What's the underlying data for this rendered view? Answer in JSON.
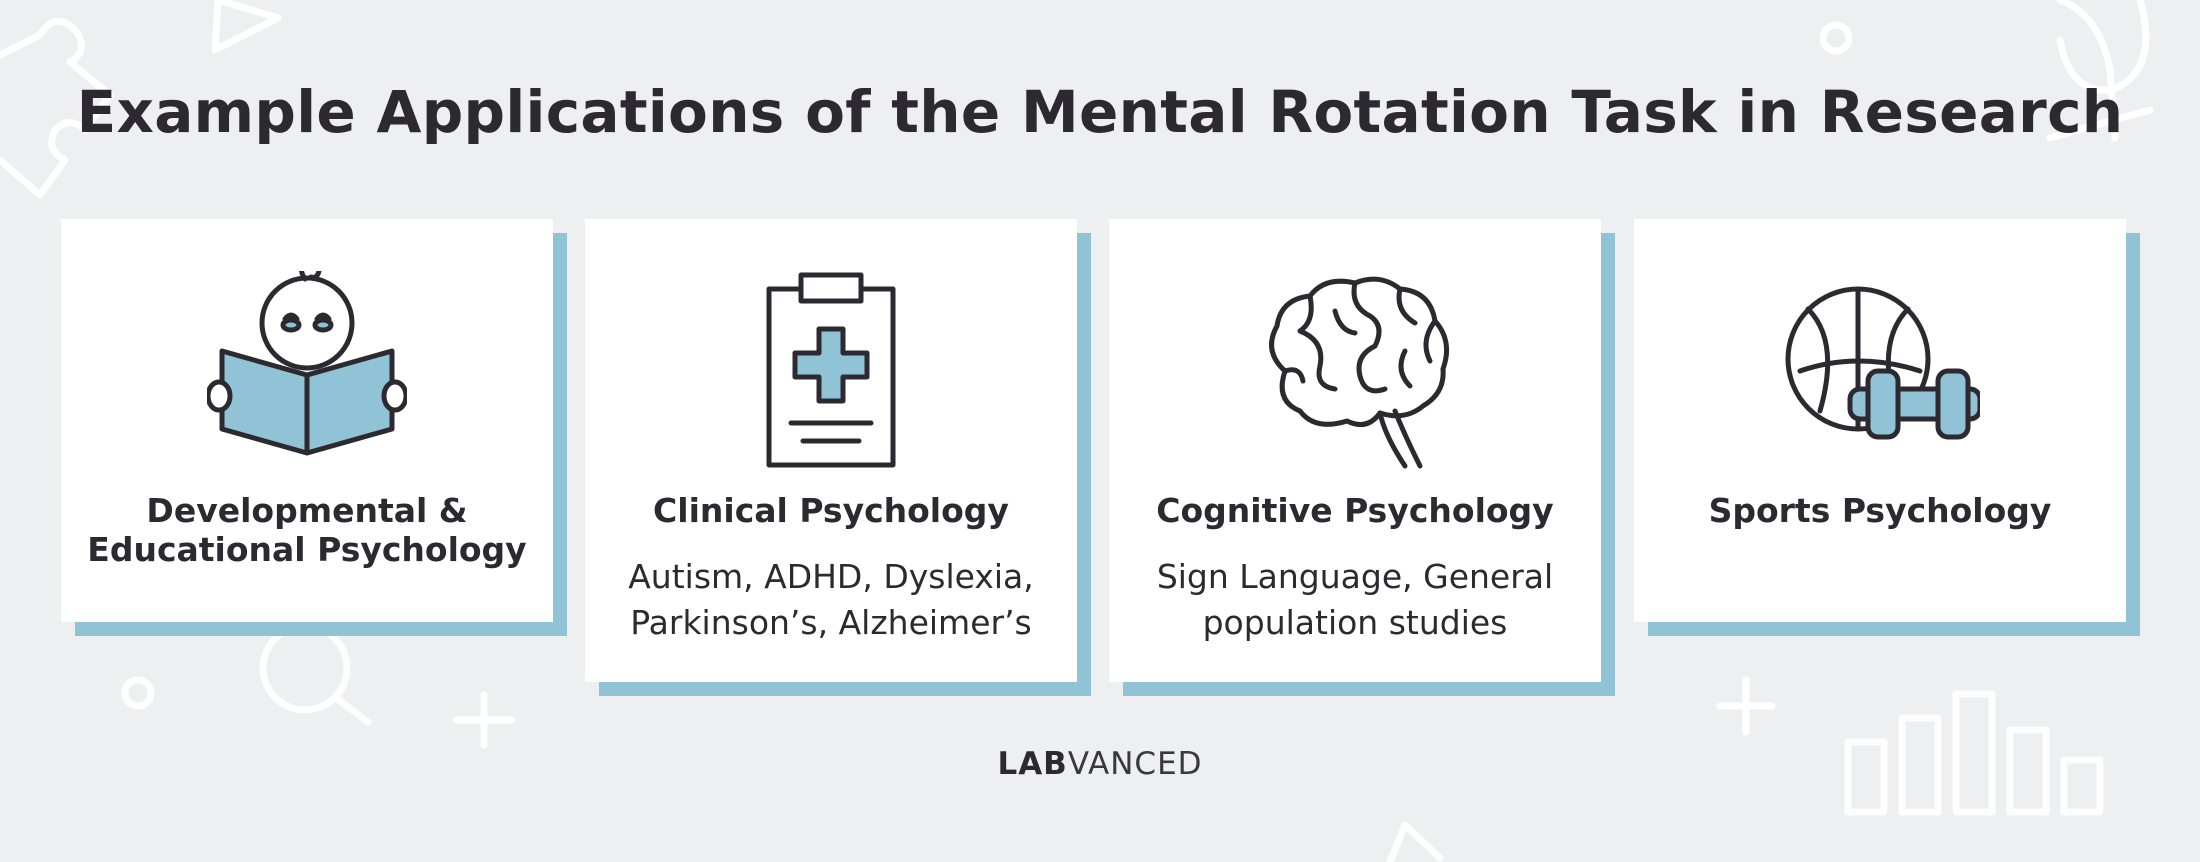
{
  "title": "Example Applications of the Mental Rotation Task in Research",
  "colors": {
    "background": "#eeeff1",
    "card": "#ffffff",
    "accent_blue": "#8fc3d5",
    "text_dark": "#2c2a30",
    "deco_white": "#ffffff"
  },
  "cards": [
    {
      "title_line1": "Developmental &",
      "title_line2": "Educational Psychology",
      "subtitle_line1": "",
      "subtitle_line2": "",
      "icon": "baby-reading-book-icon"
    },
    {
      "title_line1": "Clinical Psychology",
      "title_line2": "",
      "subtitle_line1": "Autism, ADHD, Dyslexia,",
      "subtitle_line2": "Parkinson’s, Alzheimer’s",
      "icon": "medical-clipboard-icon"
    },
    {
      "title_line1": "Cognitive Psychology",
      "title_line2": "",
      "subtitle_line1": "Sign Language, General",
      "subtitle_line2": "population studies",
      "icon": "brain-icon"
    },
    {
      "title_line1": "Sports Psychology",
      "title_line2": "",
      "subtitle_line1": "",
      "subtitle_line2": "",
      "icon": "basketball-dumbbell-icon"
    }
  ],
  "logo": {
    "bold_part": "LAB",
    "light_part": "VANCED"
  }
}
